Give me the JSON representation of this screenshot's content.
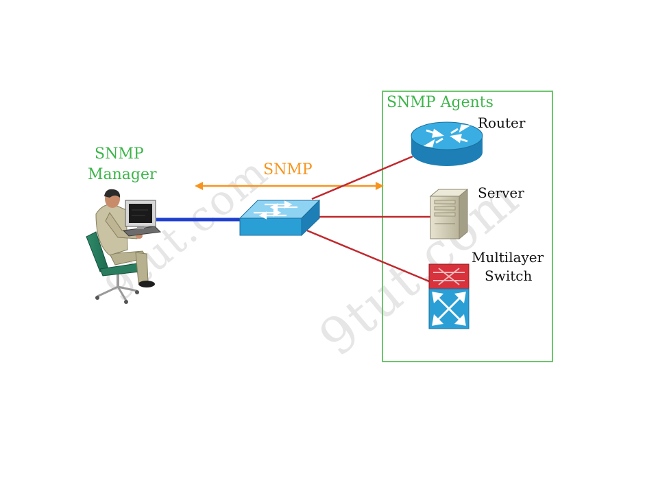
{
  "manager": {
    "title_line1": "SNMP",
    "title_line2": "Manager",
    "icon": "person-at-computer-icon"
  },
  "protocol": {
    "label": "SNMP",
    "arrow_color": "#f7941d"
  },
  "switch": {
    "icon": "workgroup-switch-icon"
  },
  "agents": {
    "title": "SNMP Agents",
    "border_color": "#6cc56c",
    "devices": [
      {
        "label": "Router",
        "icon": "router-icon"
      },
      {
        "label": "Server",
        "icon": "server-icon"
      },
      {
        "label_line1": "Multilayer",
        "label_line2": "Switch",
        "icon": "multilayer-switch-icon"
      }
    ]
  },
  "watermark": {
    "text": "9tut.com"
  },
  "colors": {
    "manager_link": "#1f3fcf",
    "agent_links": "#c0282d",
    "label_green": "#3cb54a",
    "device_blue": "#2a9fd6"
  }
}
